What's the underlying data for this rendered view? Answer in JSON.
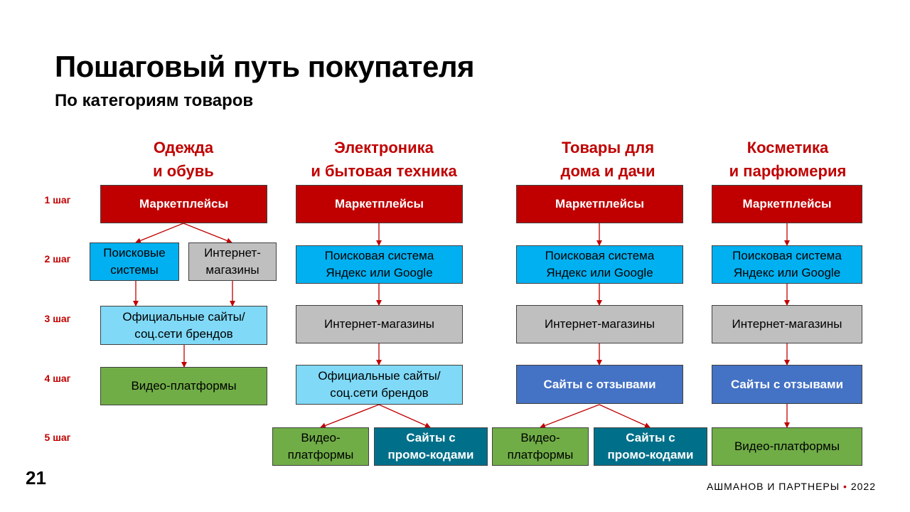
{
  "title": "Пошаговый путь покупателя",
  "subtitle": "По категориям товаров",
  "categories": [
    "Одежда\nи обувь",
    "Электроника\nи бытовая техника",
    "Товары для\nдома и дачи",
    "Косметика\nи парфюмерия"
  ],
  "steps": [
    "1 шаг",
    "2 шаг",
    "3 шаг",
    "4 шаг",
    "5 шаг"
  ],
  "boxes": {
    "c1": {
      "s1": "Маркетплейсы",
      "s2a": "Поисковые\nсистемы",
      "s2b": "Интернет-\nмагазины",
      "s3": "Официальные сайты/\nсоц.сети брендов",
      "s4": "Видео-платформы"
    },
    "c2": {
      "s1": "Маркетплейсы",
      "s2": "Поисковая система\nЯндекс или Google",
      "s3": "Интернет-магазины",
      "s4": "Официальные сайты/\nсоц.сети брендов",
      "s5a": "Видео-\nплатформы",
      "s5b": "Сайты с\nпромо-кодами"
    },
    "c3": {
      "s1": "Маркетплейсы",
      "s2": "Поисковая система\nЯндекс или Google",
      "s3": "Интернет-магазины",
      "s4": "Сайты с отзывами",
      "s5a": "Видео-\nплатформы",
      "s5b": "Сайты с\nпромо-кодами"
    },
    "c4": {
      "s1": "Маркетплейсы",
      "s2": "Поисковая система\nЯндекс или Google",
      "s3": "Интернет-магазины",
      "s4": "Сайты с отзывами",
      "s5": "Видео-платформы"
    }
  },
  "footer": {
    "page_number": "21",
    "brand": "АШМАНОВ И ПАРТНЕРЫ",
    "dot": "•",
    "year": "2022"
  },
  "colors": {
    "accent_red": "#c00000",
    "cyan": "#00b0f0",
    "gray": "#bfbfbf",
    "light_cyan": "#7fd9f7",
    "green": "#70ad47",
    "blue": "#4472c4",
    "teal": "#00708a"
  }
}
